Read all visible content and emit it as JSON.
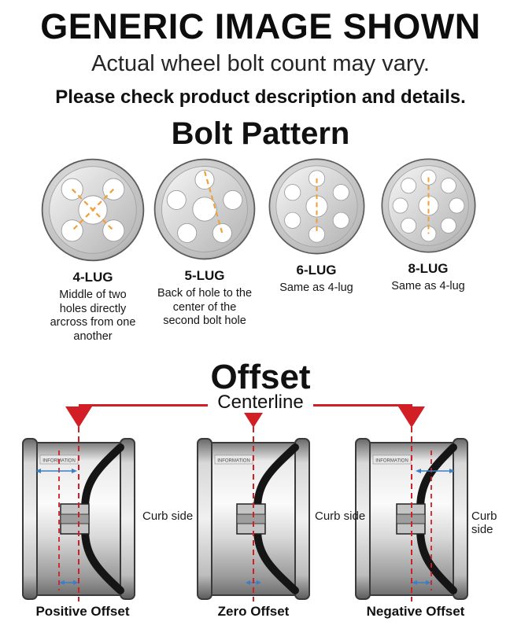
{
  "header": {
    "title": "GENERIC IMAGE SHOWN",
    "subtitle": "Actual wheel bolt count may vary.",
    "note": "Please check product description and details."
  },
  "bolt_pattern": {
    "heading": "Bolt Pattern",
    "lugs": [
      {
        "label": "4-LUG",
        "description": "Middle of two holes directly arcross from one another"
      },
      {
        "label": "5-LUG",
        "description": "Back of hole to the center of the second bolt hole"
      },
      {
        "label": "6-LUG",
        "description": "Same as 4-lug"
      },
      {
        "label": "8-LUG",
        "description": "Same as 4-lug"
      }
    ]
  },
  "offset": {
    "heading": "Offset",
    "centerline_label": "Centerline",
    "wheel_marking": "INFORMATION",
    "diagrams": [
      {
        "label": "Positive Offset",
        "curb_label": "Curb side"
      },
      {
        "label": "Zero Offset",
        "curb_label": "Curb side"
      },
      {
        "label": "Negative Offset",
        "curb_label": "Curb side"
      }
    ]
  },
  "colors": {
    "accent_red": "#d21f26",
    "accent_orange": "#f0a13e",
    "accent_blue": "#3b7fc4"
  }
}
